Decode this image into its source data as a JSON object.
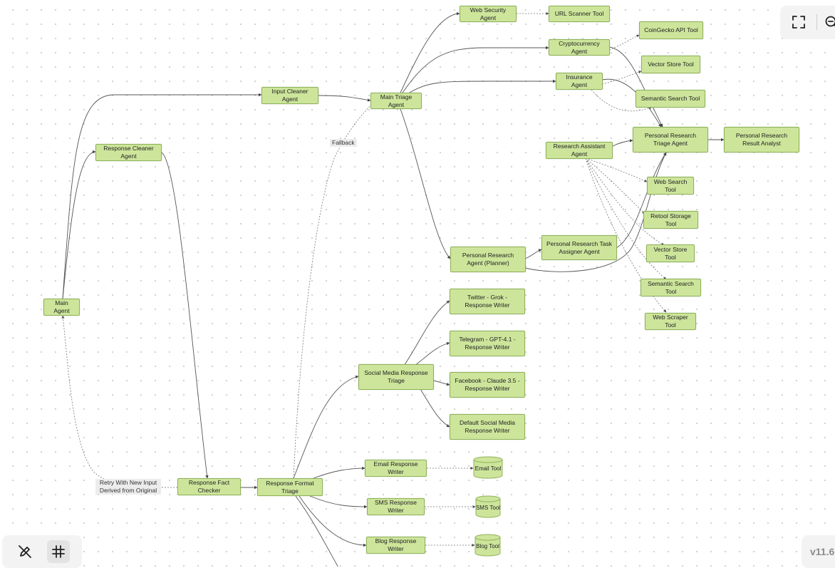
{
  "nodes": {
    "main_agent": "Main Agent",
    "input_cleaner": "Input Cleaner Agent",
    "response_cleaner": "Response Cleaner Agent",
    "main_triage": "Main Triage Agent",
    "web_security": "Web Security Agent",
    "url_scanner": "URL Scanner Tool",
    "crypto": "Cryptocurrency Agent",
    "coingecko": "CoinGecko API Tool",
    "vector_store_1": "Vector Store Tool",
    "insurance": "Insurance Agent",
    "semantic_search_1": "Semantic Search Tool",
    "pr_triage": "Personal Research Triage Agent",
    "pr_result": "Personal Research Result Analyst",
    "research_assistant": "Research Assistant Agent",
    "web_search": "Web Search Tool",
    "retool_storage": "Retool Storage Tool",
    "pr_task_assigner": "Personal Research Task Assigner Agent",
    "pr_planner": "Personal Research Agent (Planner)",
    "vector_store_2": "Vector Store Tool",
    "semantic_search_2": "Semantic Search Tool",
    "web_scraper": "Web Scraper Tool",
    "twitter_writer": "Twitter - Grok - Response Writer",
    "telegram_writer": "Telegram - GPT-4.1 - Response Writer",
    "social_triage": "Social Media Response Triage",
    "facebook_writer": "Facebook - Claude 3.5 - Response Writer",
    "default_social": "Default Social Media Response Writer",
    "email_writer": "Email Response Writer",
    "sms_writer": "SMS Response Writer",
    "blog_writer": "Blog Response Writer",
    "fact_checker": "Response Fact Checker",
    "format_triage": "Response Format Triage"
  },
  "databases": {
    "email_tool": "Email Tool",
    "sms_tool": "SMS Tool",
    "blog_tool": "Blog Tool"
  },
  "edge_labels": {
    "fallback": "Fallback",
    "retry": "Retry With New Input Derived from Original"
  },
  "controls": {
    "fit_view_icon": "fullscreen-icon",
    "zoom_icon": "zoom-icon",
    "pen_icon": "pen-off-icon",
    "grid_icon": "grid-icon"
  },
  "version": "v11.6",
  "colors": {
    "node_fill": "#cde59b",
    "node_border": "#8fb25a",
    "edge": "#555555",
    "panel": "#f3f3f3"
  }
}
